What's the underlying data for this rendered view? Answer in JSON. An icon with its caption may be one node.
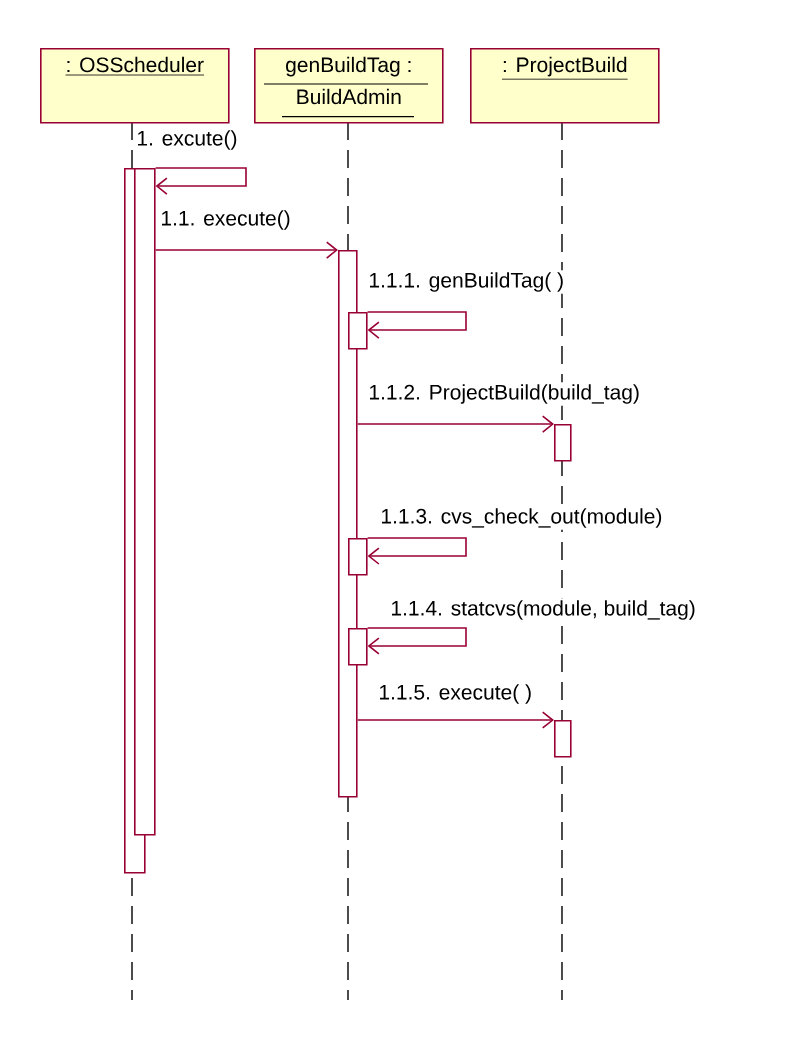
{
  "diagram": {
    "nodes": [
      {
        "text": [
          ": OSScheduler"
        ]
      },
      {
        "text": [
          "genBuildTag : BuildAdmin"
        ]
      },
      {
        "text": [
          ": ProjectBuild"
        ]
      },
      {
        "text": [],
        "shape": "bar"
      },
      {
        "text": [],
        "shape": "bar"
      },
      {
        "text": [],
        "shape": "bar"
      },
      {
        "text": [],
        "shape": "bar"
      },
      {
        "text": [],
        "shape": "bar"
      },
      {
        "text": [],
        "shape": "bar"
      },
      {
        "text": [],
        "shape": "bar"
      },
      {
        "text": [],
        "shape": "bar"
      }
    ],
    "edges": [
      {
        "from": 4,
        "to": 4,
        "arrow": "to",
        "label": "1. excute()"
      },
      {
        "from": 4,
        "to": 5,
        "arrow": "to",
        "label": "1.1. execute()"
      },
      {
        "from": 6,
        "to": 6,
        "arrow": "to",
        "label": "1.1.1. genBuildTag( )"
      },
      {
        "from": 5,
        "to": 7,
        "arrow": "to",
        "label": "1.1.2. ProjectBuild(build_tag)"
      },
      {
        "from": 8,
        "to": 8,
        "arrow": "to",
        "label": "1.1.3. cvs_check_out(module)"
      },
      {
        "from": 9,
        "to": 9,
        "arrow": "to",
        "label": "1.1.4. statcvs(module, build_tag)"
      },
      {
        "from": 5,
        "to": 10,
        "arrow": "to",
        "label": "1.1.5. execute( )"
      }
    ]
  }
}
